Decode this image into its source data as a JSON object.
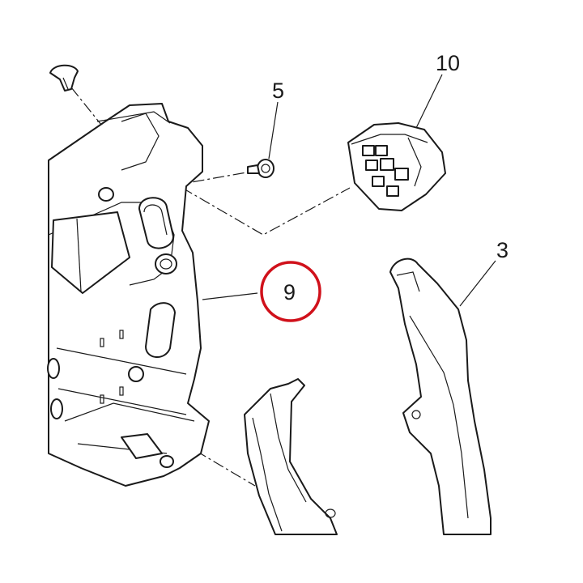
{
  "callouts": {
    "c5": "5",
    "c10": "10",
    "c3": "3",
    "c9": "9"
  },
  "highlight": {
    "callout": "9",
    "color": "#d0111b"
  },
  "colors": {
    "line": "#1a1a1a",
    "background": "#ffffff"
  }
}
